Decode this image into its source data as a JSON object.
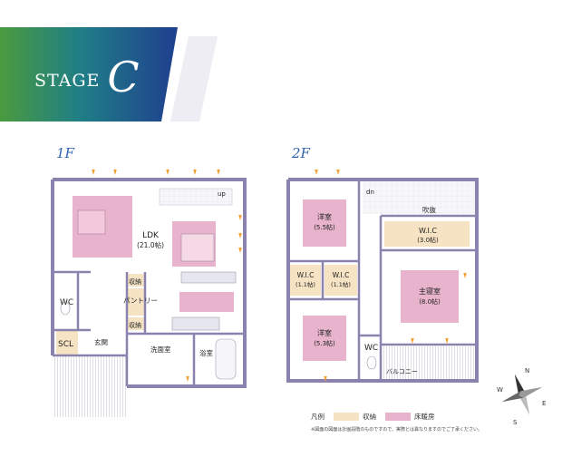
{
  "header": {
    "stage_prefix": "STAGE",
    "stage_letter": "C"
  },
  "floors": {
    "first": "1F",
    "second": "2F"
  },
  "rooms_1f": {
    "ldk": "LDK",
    "ldk_size": "(21.0帖)",
    "up": "up",
    "wc": "WC",
    "storage_top": "収納",
    "pantry": "パントリー",
    "storage_bottom": "収納",
    "scl": "SCL",
    "entrance": "玄関",
    "washroom": "洗面室",
    "bath": "浴室"
  },
  "rooms_2f": {
    "dn": "dn",
    "fukinuke": "吹抜",
    "western_top": "洋室",
    "western_top_size": "(5.5帖)",
    "wic_big": "W.I.C",
    "wic_big_size": "(3.0帖)",
    "wic_left": "W.I.C",
    "wic_left_size": "(1.1帖)",
    "wic_right": "W.I.C",
    "wic_right_size": "(1.1帖)",
    "master": "主寝室",
    "master_size": "(8.0帖)",
    "western_bottom": "洋室",
    "western_bottom_size": "(5.3帖)",
    "wc": "WC",
    "balcony": "バルコニー"
  },
  "legend": {
    "title": "凡例",
    "storage": "収納",
    "floor_heating": "床暖房",
    "storage_color": "#f6e3c3",
    "floor_heating_color": "#e8b3cc"
  },
  "note": "※図面の図面は計画段階のものですので、実際とは異なりますのでご了承ください。",
  "compass": {
    "n": "N",
    "e": "E",
    "s": "S",
    "w": "W"
  },
  "colors": {
    "wall": "#8b83ad",
    "accent_blue": "#2d63ad",
    "arrow": "#f0a030"
  }
}
